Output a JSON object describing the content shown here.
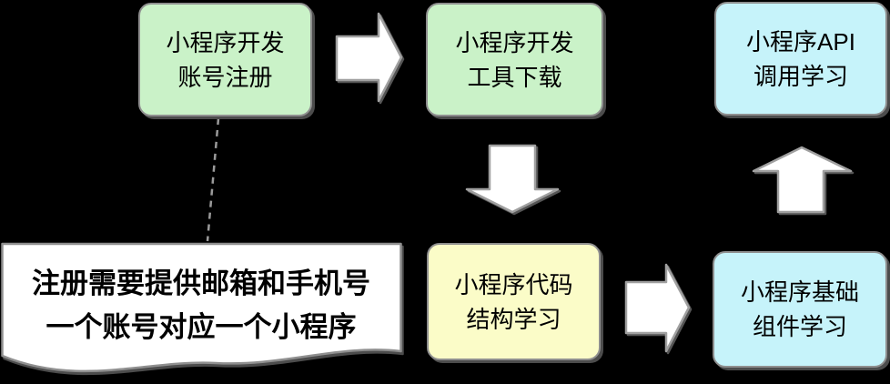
{
  "diagram": {
    "background_color": "#000000",
    "node_border_color": "#8f8f8f",
    "text_color": "#000000",
    "arrow_fill_color": "#ffffff",
    "arrow_stroke_color": "#a0a0a0",
    "nodes": [
      {
        "id": "account-register",
        "label": "小程序开发\n账号注册",
        "fill": "#caf2c8"
      },
      {
        "id": "tool-download",
        "label": "小程序开发\n工具下载",
        "fill": "#caf2c8"
      },
      {
        "id": "api-learning",
        "label": "小程序API\n调用学习",
        "fill": "#c6f3fa"
      },
      {
        "id": "code-structure",
        "label": "小程序代码\n结构学习",
        "fill": "#fbfcc8"
      },
      {
        "id": "basic-components",
        "label": "小程序基础\n组件学习",
        "fill": "#c6f3fa"
      }
    ],
    "note": {
      "text": "注册需要提供邮箱和手机号\n一个账号对应一个小程序",
      "fill": "#ffffff"
    },
    "connections": [
      {
        "from": "account-register",
        "to": "tool-download",
        "type": "block-arrow-right"
      },
      {
        "from": "tool-download",
        "to": "code-structure",
        "type": "block-arrow-down"
      },
      {
        "from": "code-structure",
        "to": "basic-components",
        "type": "block-arrow-right"
      },
      {
        "from": "basic-components",
        "to": "api-learning",
        "type": "block-arrow-up"
      },
      {
        "from": "account-register",
        "to": "note",
        "type": "dashed-line"
      }
    ]
  }
}
